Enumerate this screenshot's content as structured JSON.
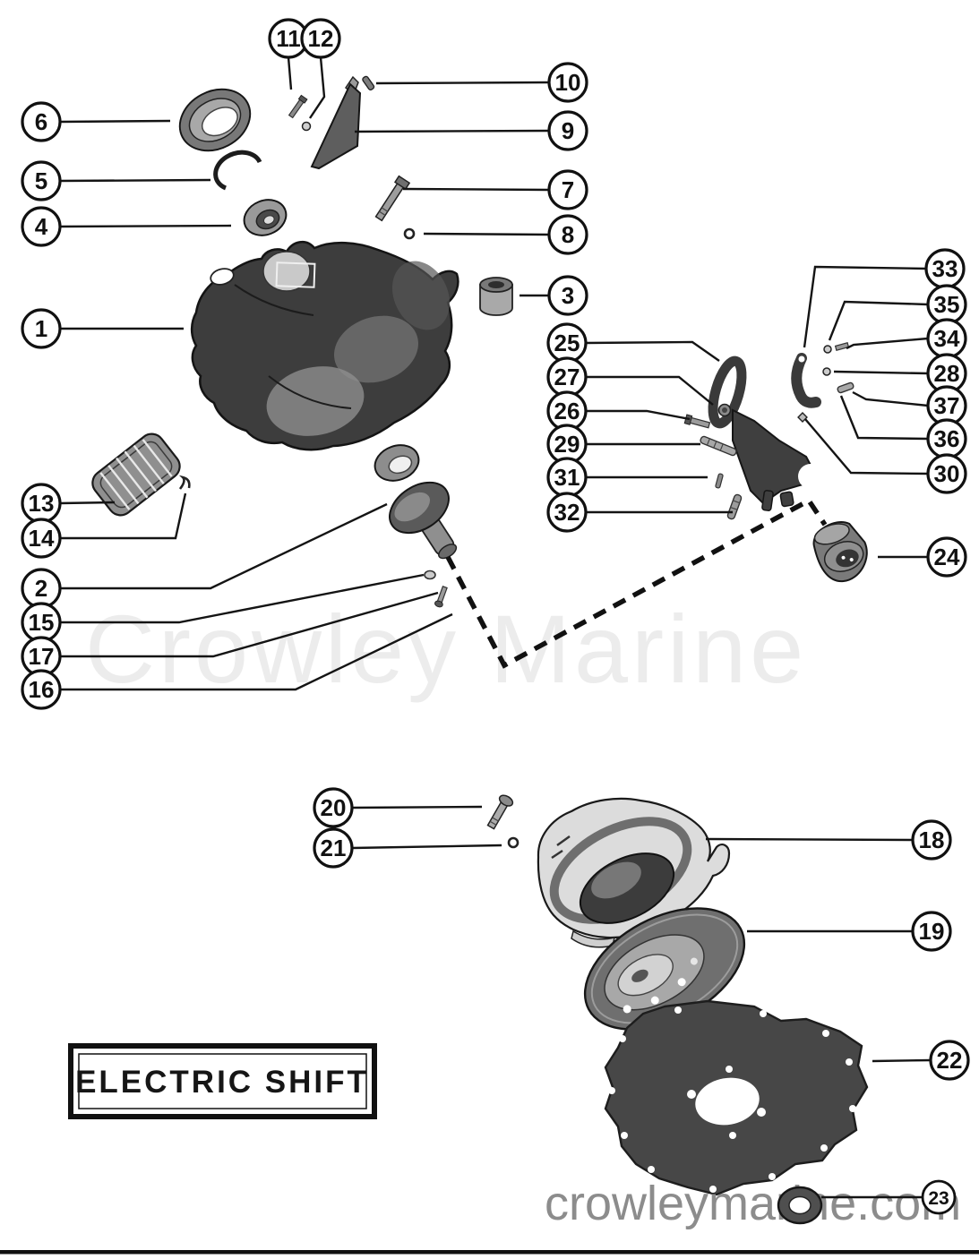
{
  "diagram": {
    "label_box": "ELECTRIC SHIFT",
    "watermark_center": "Crowley Marine",
    "watermark_bottom": "crowleymarine.com"
  },
  "callouts": {
    "1": "1",
    "2": "2",
    "3": "3",
    "4": "4",
    "5": "5",
    "6": "6",
    "7": "7",
    "8": "8",
    "9": "9",
    "10": "10",
    "11": "11",
    "12": "12",
    "13": "13",
    "14": "14",
    "15": "15",
    "16": "16",
    "17": "17",
    "18": "18",
    "19": "19",
    "20": "20",
    "21": "21",
    "22": "22",
    "23": "23",
    "24": "24",
    "25": "25",
    "26": "26",
    "27": "27",
    "28": "28",
    "29": "29",
    "30": "30",
    "31": "31",
    "32": "32",
    "33": "33",
    "34": "34",
    "35": "35",
    "36": "36",
    "37": "37"
  }
}
